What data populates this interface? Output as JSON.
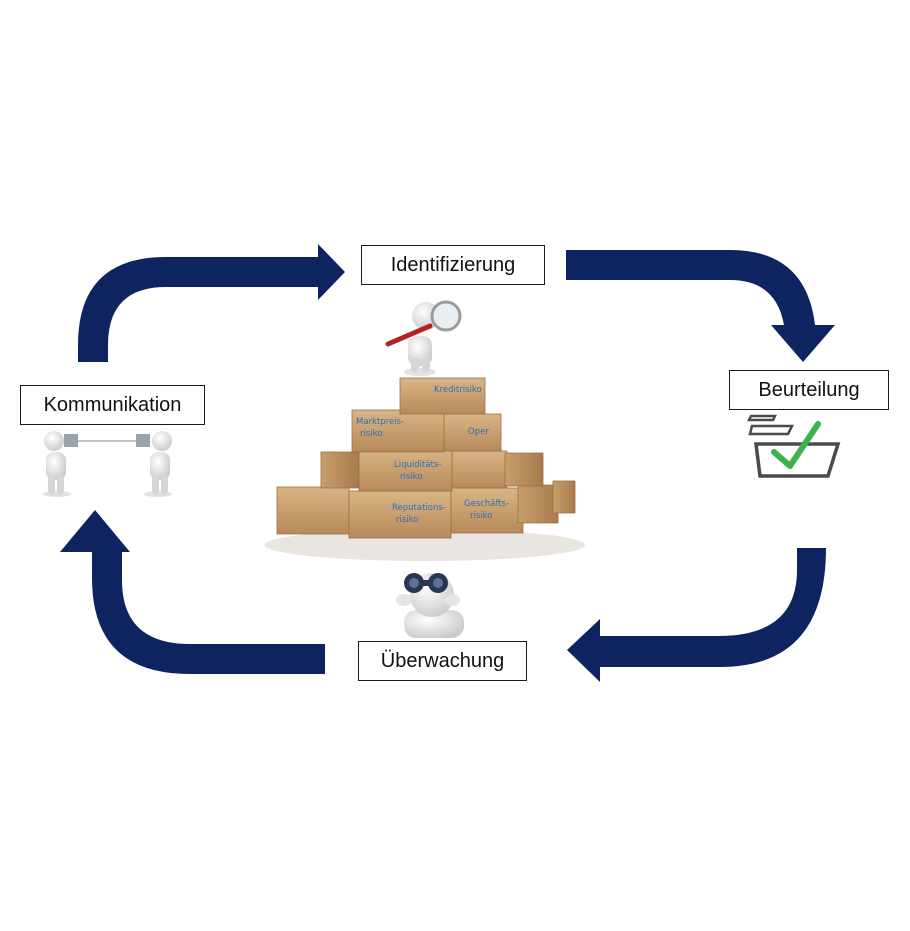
{
  "diagram": {
    "type": "cycle",
    "arrow_color": "#0d2461",
    "steps": {
      "identification": "Identifizierung",
      "assessment": "Beurteilung",
      "monitoring": "Überwachung",
      "communication": "Kommunikation"
    },
    "risk_boxes": {
      "credit": "Kreditrisiko",
      "market_1": "Marktpreis-",
      "market_2": "risiko",
      "operational": "Oper",
      "liquidity_1": "Liquiditäts-",
      "liquidity_2": "risiko",
      "reputation_1": "Reputations-",
      "reputation_2": "risiko",
      "business_1": "Geschäfts-",
      "business_2": "risiko"
    }
  }
}
